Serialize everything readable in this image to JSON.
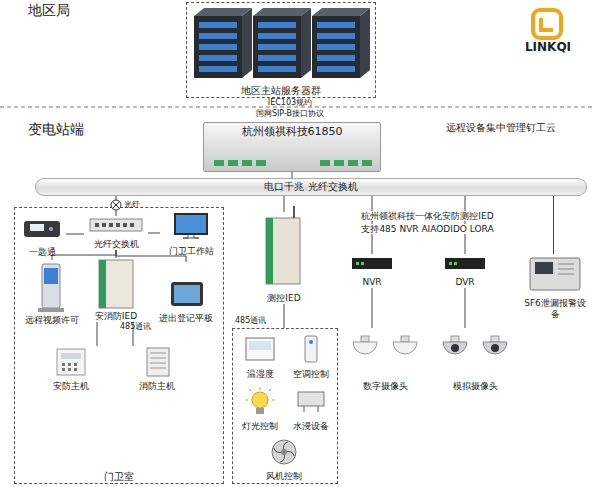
{
  "diagram": {
    "nodes": [
      {
        "text": [
          "地区主站服务器群"
        ]
      },
      {
        "text": [
          "杭州领祺科技61850"
        ]
      },
      {
        "text": [
          "电口千兆 光纤交换机"
        ]
      },
      {
        "text": [
          "门卫室"
        ]
      },
      {
        "text": [
          "一匙通"
        ],
        "in": 3
      },
      {
        "text": [
          "光纤交换机"
        ],
        "in": 3
      },
      {
        "text": [
          "门卫工作站"
        ],
        "in": 3
      },
      {
        "text": [
          "远程视频许可"
        ],
        "in": 3
      },
      {
        "text": [
          "安消防IED"
        ],
        "in": 3
      },
      {
        "text": [
          "进出登记平板"
        ],
        "in": 3
      },
      {
        "text": [
          "安防主机"
        ],
        "in": 3
      },
      {
        "text": [
          "消防主机"
        ],
        "in": 3
      },
      {
        "text": [
          "测控IED"
        ]
      },
      {
        "text": [
          "485通讯"
        ]
      },
      {
        "text": [
          "温湿度"
        ],
        "in": 13
      },
      {
        "text": [
          "空调控制"
        ],
        "in": 13
      },
      {
        "text": [
          "灯光控制"
        ],
        "in": 13
      },
      {
        "text": [
          "水浸设备"
        ],
        "in": 13
      },
      {
        "text": [
          "风机控制"
        ],
        "in": 13
      },
      {
        "text": [
          "NVR"
        ]
      },
      {
        "text": [
          "DVR"
        ]
      },
      {
        "text": [
          "数字摄像头"
        ]
      },
      {
        "text": [
          "模拟摄像头"
        ]
      },
      {
        "text": [
          "SF6泄漏报警设备"
        ]
      }
    ],
    "edges": [
      {
        "from": 1,
        "to": 2,
        "arrow": "none"
      },
      {
        "from": 2,
        "to": 5,
        "label": "光纤",
        "arrow": "none"
      },
      {
        "from": 5,
        "to": 4,
        "arrow": "none"
      },
      {
        "from": 5,
        "to": 6,
        "arrow": "none"
      },
      {
        "from": 5,
        "to": 7,
        "arrow": "none"
      },
      {
        "from": 5,
        "to": 8,
        "arrow": "none"
      },
      {
        "from": 5,
        "to": 9,
        "arrow": "none"
      },
      {
        "from": 8,
        "to": 10,
        "arrow": "none"
      },
      {
        "from": 8,
        "to": 11,
        "arrow": "none"
      },
      {
        "from": 2,
        "to": 12,
        "arrow": "none"
      },
      {
        "from": 12,
        "to": 13,
        "arrow": "none"
      },
      {
        "from": 2,
        "to": 19,
        "arrow": "none"
      },
      {
        "from": 2,
        "to": 20,
        "arrow": "none"
      },
      {
        "from": 2,
        "to": 23,
        "arrow": "none"
      },
      {
        "from": 19,
        "to": 21,
        "arrow": "none"
      },
      {
        "from": 20,
        "to": 22,
        "arrow": "none"
      }
    ],
    "labels": [
      "地区局",
      "LINKQI",
      "IEC103规约",
      "国网SIP-B接口协议",
      "变电站端",
      "远程设备集中管理钉工云",
      "485通讯",
      "杭州领祺科技一体化安防测控IED",
      "支持485 NVR AIAODIDO LORA"
    ]
  }
}
